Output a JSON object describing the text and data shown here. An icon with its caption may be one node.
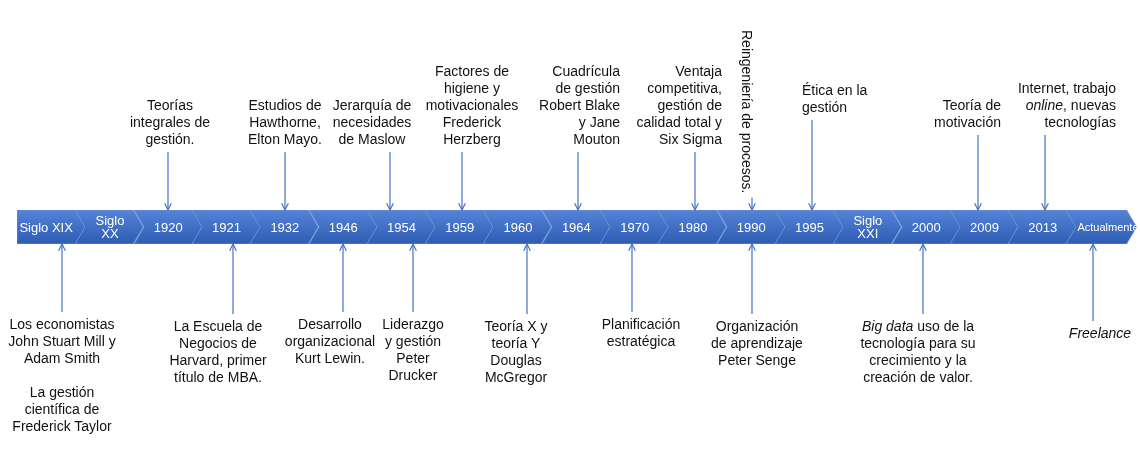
{
  "diagram": {
    "nodes": [
      {
        "text": [
          "Teorías integrales de gestión."
        ]
      },
      {
        "text": [
          "Estudios de Hawthorne, Elton Mayo."
        ]
      },
      {
        "text": [
          "Jerarquía de necesidades de Maslow"
        ]
      },
      {
        "text": [
          "Factores de higiene y motivacionales Frederick Herzberg"
        ]
      },
      {
        "text": [
          "Cuadrícula de gestión Robert Blake y Jane Mouton"
        ]
      },
      {
        "text": [
          "Ventaja competitiva, gestión de calidad total y Six Sigma"
        ]
      },
      {
        "text": [
          "Reingeniería de procesos."
        ]
      },
      {
        "text": [
          "Ética en la gestión"
        ]
      },
      {
        "text": [
          "Teoría de motivación"
        ]
      },
      {
        "text": [
          "Internet, trabajo *online*, nuevas tecnologías"
        ]
      },
      {
        "text": [
          "Siglo XIX"
        ]
      },
      {
        "text": [
          "Siglo XX"
        ]
      },
      {
        "text": [
          "1920"
        ]
      },
      {
        "text": [
          "1921"
        ]
      },
      {
        "text": [
          "1932"
        ]
      },
      {
        "text": [
          "1946"
        ]
      },
      {
        "text": [
          "1954"
        ]
      },
      {
        "text": [
          "1959"
        ]
      },
      {
        "text": [
          "1960"
        ]
      },
      {
        "text": [
          "1964"
        ]
      },
      {
        "text": [
          "1970"
        ]
      },
      {
        "text": [
          "1980"
        ]
      },
      {
        "text": [
          "1990"
        ]
      },
      {
        "text": [
          "1995"
        ]
      },
      {
        "text": [
          "Siglo XXI"
        ]
      },
      {
        "text": [
          "2000"
        ]
      },
      {
        "text": [
          "2009"
        ]
      },
      {
        "text": [
          "2013"
        ]
      },
      {
        "text": [
          "Actualmente"
        ]
      },
      {
        "text": [
          "Los economistas John Stuart Mill y Adam Smith",
          "La gestión científica de Frederick Taylor"
        ]
      },
      {
        "text": [
          "La Escuela de Negocios de Harvard, primer título de MBA."
        ]
      },
      {
        "text": [
          "Desarrollo organizacional Kurt Lewin."
        ]
      },
      {
        "text": [
          "Liderazgo y gestión Peter Drucker"
        ]
      },
      {
        "text": [
          "Teoría X y teoría Y Douglas McGregor"
        ]
      },
      {
        "text": [
          "Planificación estratégica"
        ]
      },
      {
        "text": [
          "Organización de aprendizaje Peter Senge"
        ]
      },
      {
        "text": [
          "*Big data* uso de la tecnología para su crecimiento y la creación de valor."
        ]
      },
      {
        "text": [
          "Freelance"
        ]
      }
    ],
    "edges": [
      {
        "from": 0,
        "to": 12,
        "arrow": "to"
      },
      {
        "from": 1,
        "to": 14,
        "arrow": "to"
      },
      {
        "from": 2,
        "to": 16,
        "arrow": "to"
      },
      {
        "from": 3,
        "to": 17,
        "arrow": "to"
      },
      {
        "from": 4,
        "to": 19,
        "arrow": "to"
      },
      {
        "from": 5,
        "to": 21,
        "arrow": "to"
      },
      {
        "from": 6,
        "to": 22,
        "arrow": "to"
      },
      {
        "from": 7,
        "to": 23,
        "arrow": "to"
      },
      {
        "from": 8,
        "to": 26,
        "arrow": "to"
      },
      {
        "from": 9,
        "to": 27,
        "arrow": "to"
      },
      {
        "from": 29,
        "to": 10,
        "arrow": "to"
      },
      {
        "from": 30,
        "to": 13,
        "arrow": "to"
      },
      {
        "from": 31,
        "to": 15,
        "arrow": "to"
      },
      {
        "from": 32,
        "to": 16,
        "arrow": "to"
      },
      {
        "from": 33,
        "to": 18,
        "arrow": "to"
      },
      {
        "from": 34,
        "to": 20,
        "arrow": "to"
      },
      {
        "from": 35,
        "to": 22,
        "arrow": "to"
      },
      {
        "from": 36,
        "to": 25,
        "arrow": "to"
      },
      {
        "from": 37,
        "to": 28,
        "arrow": "to"
      }
    ]
  }
}
